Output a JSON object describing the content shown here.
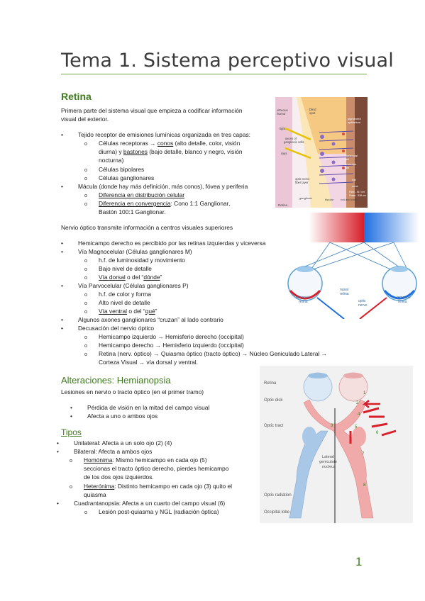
{
  "title": "Tema 1. Sistema perceptivo visual",
  "retina": {
    "heading": "Retina",
    "intro_1": "Primera parte del sistema visual que empieza a codificar información",
    "intro_2": "visual del exterior.",
    "b1": "Tejido receptor de emisiones lumínicas organizada en tres capas:",
    "b1_1a": "Células receptoras → ",
    "b1_1b": "conos",
    "b1_1c": " (alto detalle, color, visión",
    "b1_1d": "diurna) y ",
    "b1_1e": "bastones",
    "b1_1f": " (bajo detalle, blanco y negro, visión",
    "b1_1g": "nocturna)",
    "b1_2": "Células bipolares",
    "b1_3": "Células ganglionares",
    "b2": "Mácula (donde hay más definición, más conos), fóvea y periferia",
    "b2_1": "Diferencia en distribución celular",
    "b2_2a": "Diferencia en convergencia",
    "b2_2b": ": Cono 1:1 Ganglionar,",
    "b2_2c": "Bastón 100:1 Ganglionar.",
    "nervio": "Nervio óptico transmite información a centros visuales superiores",
    "c1": "Hemicampo derecho es percibido por las retinas izquierdas y viceversa",
    "c2": "Vía Magnocelular (Células ganglionares M)",
    "c2_1": "h.f. de luminosidad y movimiento",
    "c2_2": "Bajo nivel de detalle",
    "c2_3a": "Vía dorsal",
    "c2_3b": " o del “",
    "c2_3c": "dónde",
    "c2_3d": "”",
    "c3": "Vía Parvocelular (Células ganglionares P)",
    "c3_1": "h.f. de color y forma",
    "c3_2": "Alto nivel de detalle",
    "c3_3a": "Vía ventral",
    "c3_3b": " o del “",
    "c3_3c": "qué",
    "c3_3d": "”",
    "c4": "Algunos axones ganglionares “cruzan” al lado contrario",
    "c5": "Decusación del nervio óptico",
    "c5_1": "Hemicampo izquierdo → Hemisferio derecho (occipital)",
    "c5_2": "Hemicampo derecho → Hemisferio izquierdo (occipital)",
    "c5_3a": "Retina (nerv. óptico) → Quiasma óptico (tracto óptico) → Núcleo Geniculado Lateral →",
    "c5_3b": "Corteza Visual → vía dorsal y ventral."
  },
  "alteraciones": {
    "heading_a": "Alteraciones",
    "heading_b": ": Hemianopsia",
    "lesiones": "Lesiones en nervio o tracto óptico (en el primer tramo)",
    "a1": "Pérdida de visión en la mitad del campo visual",
    "a2": "Afecta a uno o ambos ojos",
    "tipos": "Tipos",
    "t1": "Unilateral: Afecta a un solo ojo (2) (4)",
    "t2": "Bilateral: Afecta a ambos ojos",
    "t2_1a": "Homónima",
    "t2_1b": ": Mismo hemicampo en cada ojo (5)",
    "t2_1c": "seccionas el tracto óptico derecho, pierdes hemicampo",
    "t2_1d": "de los dos ojos izquierdos.",
    "t2_2a": "Heterónima",
    "t2_2b": ": Distinto hemicampo en cada ojo (3) quito el",
    "t2_2c": "quiasma",
    "t3": "Cuadrantanopsia: Afecta a un cuarto del campo visual (6)",
    "t3_1": "Lesión post-quiasma y NGL (radiación óptica)"
  },
  "figures": {
    "retina_labels": {
      "vitreous": "vitreous",
      "humor": "humor",
      "blind": "blind",
      "spot": "spot",
      "light": "light",
      "axons": "axons of",
      "ganglionic": "ganglionic cells",
      "rays": "rays",
      "pigmented": "pigmented",
      "epithelium": "epithelium",
      "horizontal": "Horizontal",
      "cell": "cell",
      "amacrine": "amacrine",
      "cell2": "cell",
      "optic": "optic nerve",
      "fiber": "fiber layer",
      "rod": "rod",
      "cone": "cone",
      "retina": "Retina",
      "ganglionic2": "ganglionic",
      "bipolar": "bipolar",
      "rodcone": "rod and cone",
      "fiber_stat": "Fiber - 517 nm",
      "green_stat": "Green - 536 nm"
    },
    "eyes_labels": {
      "temporal_l": "temporal",
      "retina_l": "retina",
      "nasal": "nasal",
      "retina_n": "retina",
      "optic": "optic",
      "nerve": "nerve",
      "temporal_r": "temporal",
      "retina_r": "retina"
    },
    "visual_path_labels": {
      "retina": "Retina",
      "optic_disk": "Optic disk",
      "optic_tract": "Optic tract",
      "lateral": "Lateral",
      "geniculate": "geniculate",
      "nucleus": "nucleus",
      "optic_radiation": "Optic radiation",
      "occipital": "Occipital lobe",
      "n1": "1",
      "n2": "2",
      "n3": "3",
      "n4": "4",
      "n5": "5",
      "n6": "6",
      "n7": "7",
      "n8": "8"
    }
  },
  "page_number": "1"
}
